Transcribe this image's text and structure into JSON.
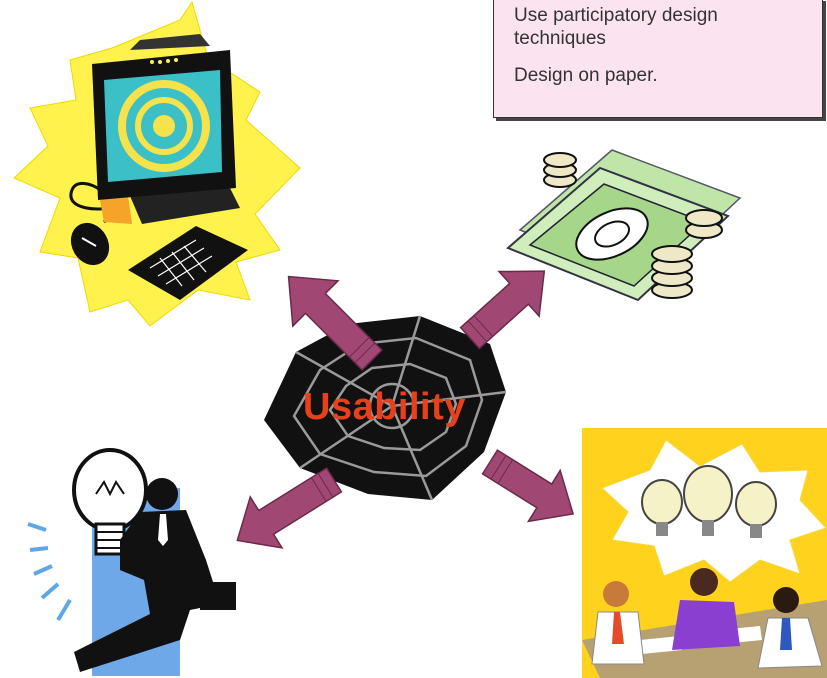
{
  "notes": {
    "line1": "Use participatory design techniques",
    "line2": "Design on paper."
  },
  "center": {
    "label": "Usability"
  },
  "colors": {
    "arrow_fill": "#a04873",
    "note_bg": "#fbe4ef",
    "label_color": "#e8401a",
    "burst_yellow": "#fff24d",
    "meeting_bg": "#ffd21e"
  },
  "icons": [
    "computer-clipart-icon",
    "money-clipart-icon",
    "lightbulb-person-clipart-icon",
    "meeting-ideas-clipart-icon",
    "spiderweb-icon"
  ]
}
